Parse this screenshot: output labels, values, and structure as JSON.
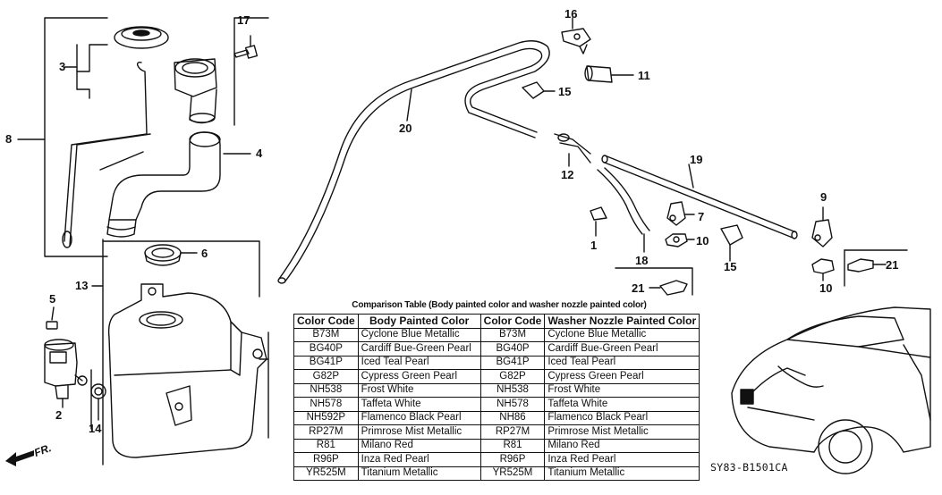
{
  "diagram": {
    "callouts": [
      "17",
      "3",
      "8",
      "4",
      "6",
      "13",
      "5",
      "2",
      "14",
      "16",
      "11",
      "15",
      "20",
      "12",
      "19",
      "9",
      "7",
      "1",
      "10",
      "18",
      "21"
    ],
    "ref_code": "SY83-B1501CA",
    "direction_label": "FR."
  },
  "table": {
    "caption": "Comparison Table (Body painted color and washer nozzle painted color)",
    "headers": [
      "Color Code",
      "Body Painted Color",
      "Color Code",
      "Washer Nozzle Painted Color"
    ],
    "rows": [
      [
        "B73M",
        "Cyclone Blue Metallic",
        "B73M",
        "Cyclone Blue Metallic"
      ],
      [
        "BG40P",
        "Cardiff Bue-Green Pearl",
        "BG40P",
        "Cardiff Bue-Green Pearl"
      ],
      [
        "BG41P",
        "Iced Teal Pearl",
        "BG41P",
        "Iced Teal Pearl"
      ],
      [
        "G82P",
        "Cypress Green Pearl",
        "G82P",
        "Cypress Green Pearl"
      ],
      [
        "NH538",
        "Frost White",
        "NH538",
        "Frost White"
      ],
      [
        "NH578",
        "Taffeta White",
        "NH578",
        "Taffeta White"
      ],
      [
        "NH592P",
        "Flamenco Black Pearl",
        "NH86",
        "Flamenco Black Pearl"
      ],
      [
        "RP27M",
        "Primrose Mist Metallic",
        "RP27M",
        "Primrose Mist Metallic"
      ],
      [
        "R81",
        "Milano Red",
        "R81",
        "Milano Red"
      ],
      [
        "R96P",
        "Inza Red Pearl",
        "R96P",
        "Inza Red Pearl"
      ],
      [
        "YR525M",
        "Titanium Metallic",
        "YR525M",
        "Titanium Metallic"
      ]
    ]
  }
}
